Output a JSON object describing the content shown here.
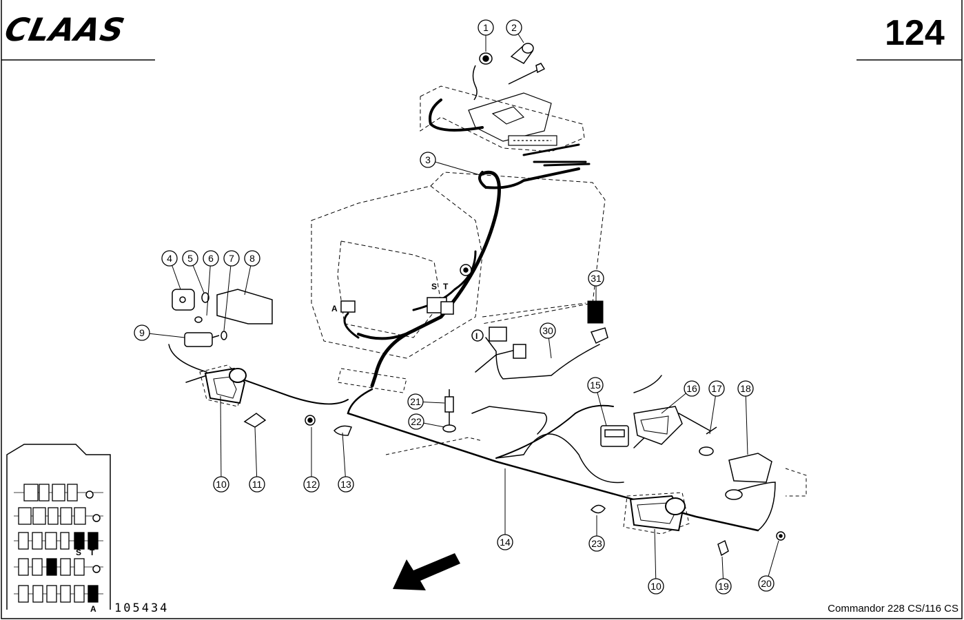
{
  "header": {
    "brand": "CLAAS",
    "page_number": "124"
  },
  "footer": {
    "drawing_number": "105434",
    "model": "Commandor 228 CS/116 CS"
  },
  "callouts": [
    "1",
    "2",
    "3",
    "4",
    "5",
    "6",
    "7",
    "8",
    "9",
    "10",
    "11",
    "12",
    "13",
    "14",
    "15",
    "16",
    "17",
    "18",
    "19",
    "20",
    "21",
    "22",
    "23",
    "30",
    "31",
    "10"
  ],
  "connector_labels": {
    "s": "S",
    "t": "T",
    "a": "A",
    "i": "I"
  },
  "fuse_box_labels": {
    "s": "S",
    "t": "T",
    "a": "A"
  }
}
